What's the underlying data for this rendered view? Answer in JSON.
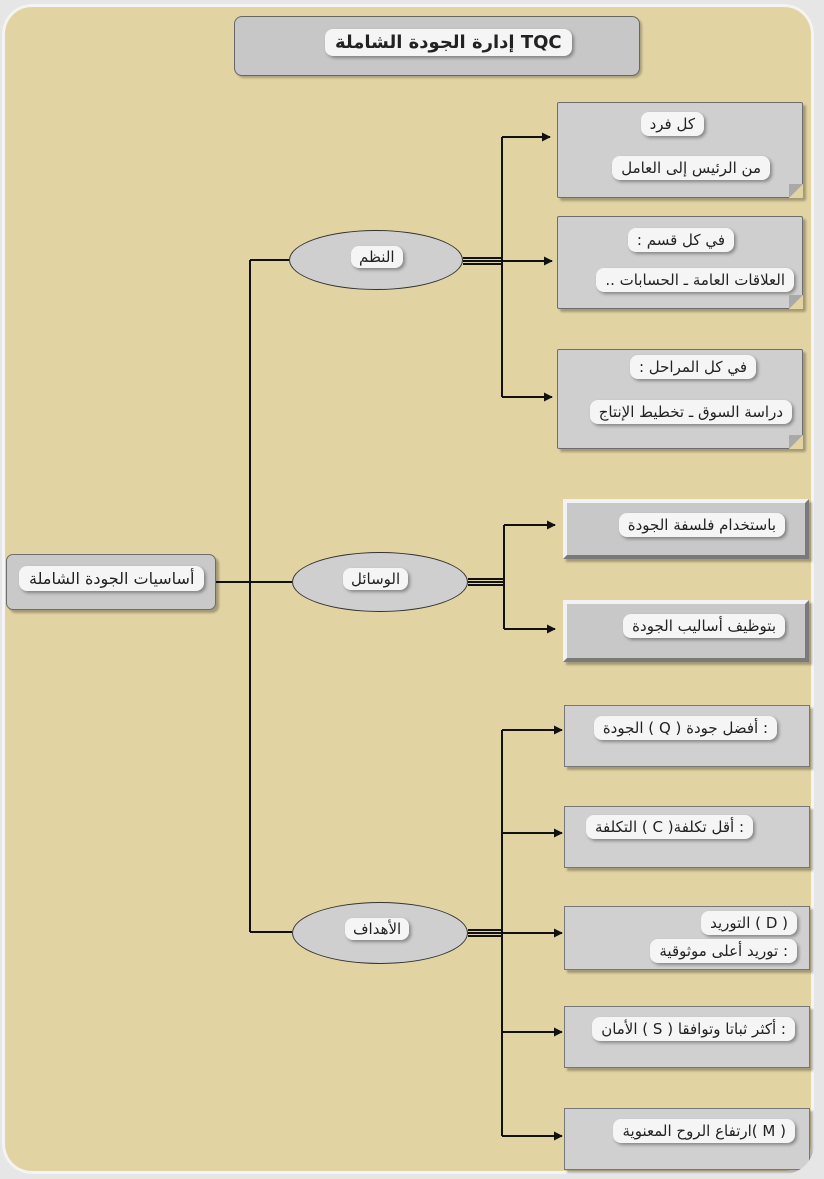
{
  "title": "TQC إدارة الجودة الشاملة",
  "root": "أساسيات الجودة الشاملة",
  "branches": {
    "systems": {
      "label": "النظم",
      "items": [
        {
          "line1": "كل فرد",
          "line2": "من الرئيس إلى العامل"
        },
        {
          "line1": "في كل قسم :",
          "line2": "العلاقات العامة ـ الحسابات .."
        },
        {
          "line1": "في كل المراحل :",
          "line2": "دراسة السوق ـ تخطيط الإنتاج"
        }
      ]
    },
    "means": {
      "label": "الوسائل",
      "items": [
        "باستخدام فلسفة الجودة",
        "بتوظيف أساليب الجودة"
      ]
    },
    "goals": {
      "label": "الأهداف",
      "items": [
        {
          "line1": ":  أفضل جودة ( Q ) الجودة"
        },
        {
          "line1": ": أقل تكلفة( C ) التكلفة"
        },
        {
          "line1": "( D ) التوريد",
          "line2": ": توريد أعلى موثوقية"
        },
        {
          "line1": ": أكثر ثباتا وتوافقا ( S ) الأمان"
        },
        {
          "line1": "( M )ارتفاع الروح المعنوية"
        }
      ]
    }
  },
  "colors": {
    "background": "#e2d4a2",
    "box_fill": "#cfcfcf",
    "label_fill": "#f5f5f5",
    "line": "#111111"
  }
}
